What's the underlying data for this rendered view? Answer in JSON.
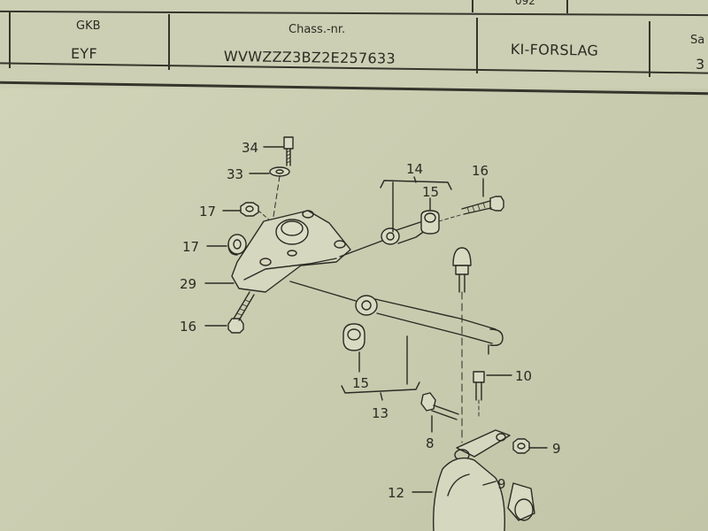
{
  "header": {
    "top_cell_value": "092",
    "columns": [
      {
        "label": "GKB",
        "value": "EYF"
      },
      {
        "label": "Chass.-nr.",
        "value": "WVWZZZ3BZ2E257633"
      },
      {
        "label": "",
        "value": "KI-FORSLAG"
      },
      {
        "label": "Sa",
        "value": "3"
      }
    ]
  },
  "callouts": {
    "c34": "34",
    "c33": "33",
    "c17a": "17",
    "c17b": "17",
    "c29": "29",
    "c16a": "16",
    "c14": "14",
    "c15a": "15",
    "c16b": "16",
    "c15b": "15",
    "c13": "13",
    "c10": "10",
    "c8": "8",
    "c9a": "9",
    "c9b": "9",
    "c12": "12"
  },
  "colors": {
    "ink": "#2a2b23",
    "paper": "#cfd0b6",
    "rule": "#34362c"
  }
}
